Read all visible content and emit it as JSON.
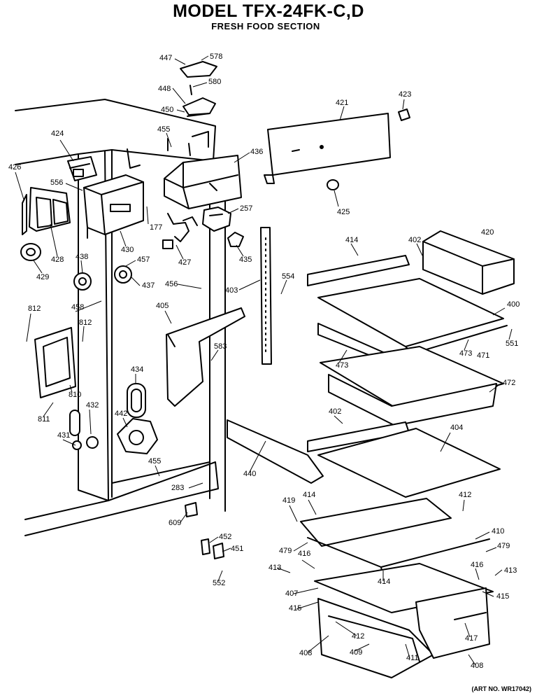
{
  "header": {
    "title": "MODEL TFX-24FK-C,D",
    "subtitle": "FRESH FOOD SECTION"
  },
  "footer": {
    "art_no": "(ART NO. WR17042)"
  },
  "parts": [
    {
      "id": "p447",
      "label": "447"
    },
    {
      "id": "p578",
      "label": "578"
    },
    {
      "id": "p448",
      "label": "448"
    },
    {
      "id": "p580",
      "label": "580"
    },
    {
      "id": "p450",
      "label": "450"
    },
    {
      "id": "p421",
      "label": "421"
    },
    {
      "id": "p423",
      "label": "423"
    },
    {
      "id": "p455a",
      "label": "455"
    },
    {
      "id": "p424",
      "label": "424"
    },
    {
      "id": "p436",
      "label": "436"
    },
    {
      "id": "p426",
      "label": "426"
    },
    {
      "id": "p556",
      "label": "556"
    },
    {
      "id": "p425",
      "label": "425"
    },
    {
      "id": "p257",
      "label": "257"
    },
    {
      "id": "p420",
      "label": "420"
    },
    {
      "id": "p177",
      "label": "177"
    },
    {
      "id": "p428",
      "label": "428"
    },
    {
      "id": "p430",
      "label": "430"
    },
    {
      "id": "p427",
      "label": "427"
    },
    {
      "id": "p435",
      "label": "435"
    },
    {
      "id": "p414a",
      "label": "414"
    },
    {
      "id": "p402a",
      "label": "402"
    },
    {
      "id": "p429",
      "label": "429"
    },
    {
      "id": "p438",
      "label": "438"
    },
    {
      "id": "p457",
      "label": "457"
    },
    {
      "id": "p437",
      "label": "437"
    },
    {
      "id": "p456",
      "label": "456"
    },
    {
      "id": "p403",
      "label": "403"
    },
    {
      "id": "p554",
      "label": "554"
    },
    {
      "id": "p400",
      "label": "400"
    },
    {
      "id": "p458",
      "label": "458"
    },
    {
      "id": "p812a",
      "label": "812"
    },
    {
      "id": "p405",
      "label": "405"
    },
    {
      "id": "p812b",
      "label": "812"
    },
    {
      "id": "p551",
      "label": "551"
    },
    {
      "id": "p473a",
      "label": "473"
    },
    {
      "id": "p471",
      "label": "471"
    },
    {
      "id": "p583",
      "label": "583"
    },
    {
      "id": "p473b",
      "label": "473"
    },
    {
      "id": "p434",
      "label": "434"
    },
    {
      "id": "p810",
      "label": "810"
    },
    {
      "id": "p472",
      "label": "472"
    },
    {
      "id": "p811",
      "label": "811"
    },
    {
      "id": "p432",
      "label": "432"
    },
    {
      "id": "p442",
      "label": "442"
    },
    {
      "id": "p402b",
      "label": "402"
    },
    {
      "id": "p404",
      "label": "404"
    },
    {
      "id": "p431",
      "label": "431"
    },
    {
      "id": "p440",
      "label": "440"
    },
    {
      "id": "p455b",
      "label": "455"
    },
    {
      "id": "p283",
      "label": "283"
    },
    {
      "id": "p412a",
      "label": "412"
    },
    {
      "id": "p419",
      "label": "419"
    },
    {
      "id": "p414b",
      "label": "414"
    },
    {
      "id": "p609",
      "label": "609"
    },
    {
      "id": "p410",
      "label": "410"
    },
    {
      "id": "p452",
      "label": "452"
    },
    {
      "id": "p479a",
      "label": "479"
    },
    {
      "id": "p479b",
      "label": "479"
    },
    {
      "id": "p451",
      "label": "451"
    },
    {
      "id": "p416a",
      "label": "416"
    },
    {
      "id": "p413a",
      "label": "413"
    },
    {
      "id": "p416b",
      "label": "416"
    },
    {
      "id": "p413b",
      "label": "413"
    },
    {
      "id": "p414c",
      "label": "414"
    },
    {
      "id": "p552",
      "label": "552"
    },
    {
      "id": "p407",
      "label": "407"
    },
    {
      "id": "p415a",
      "label": "415"
    },
    {
      "id": "p415b",
      "label": "415"
    },
    {
      "id": "p412b",
      "label": "412"
    },
    {
      "id": "p417",
      "label": "417"
    },
    {
      "id": "p408a",
      "label": "408"
    },
    {
      "id": "p409",
      "label": "409"
    },
    {
      "id": "p411",
      "label": "411"
    },
    {
      "id": "p408b",
      "label": "408"
    }
  ]
}
